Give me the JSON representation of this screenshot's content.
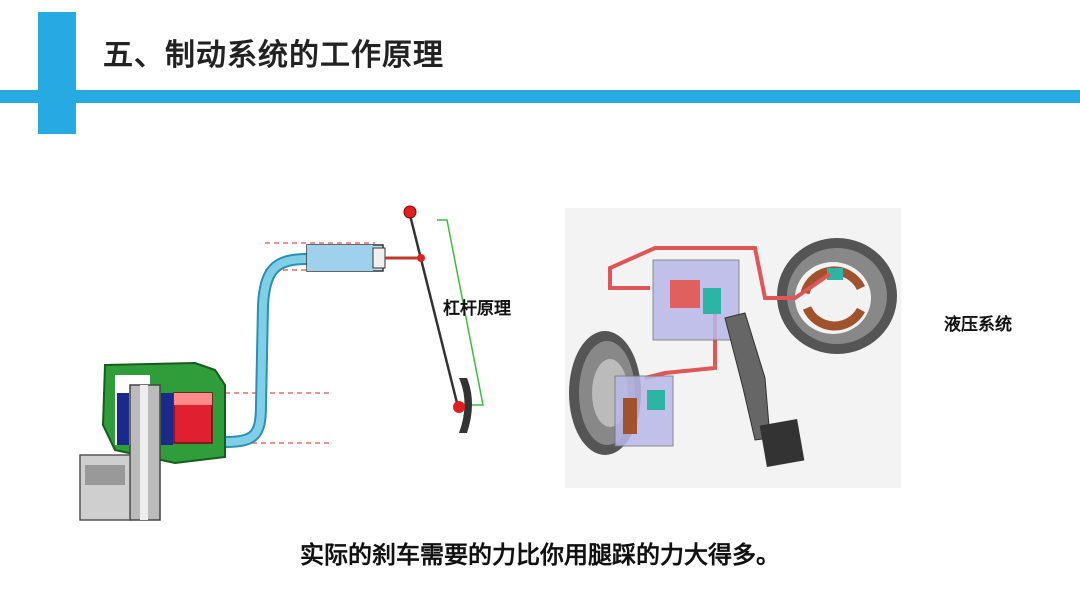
{
  "slide": {
    "title": "五、制动系统的工作原理",
    "accent_color": "#27a9e1"
  },
  "diagram": {
    "lever_label": "杠杆原理",
    "hydraulic_label": "液压系统"
  },
  "caption": "实际的刹车需要的力比你用腿踩的力大得多。"
}
